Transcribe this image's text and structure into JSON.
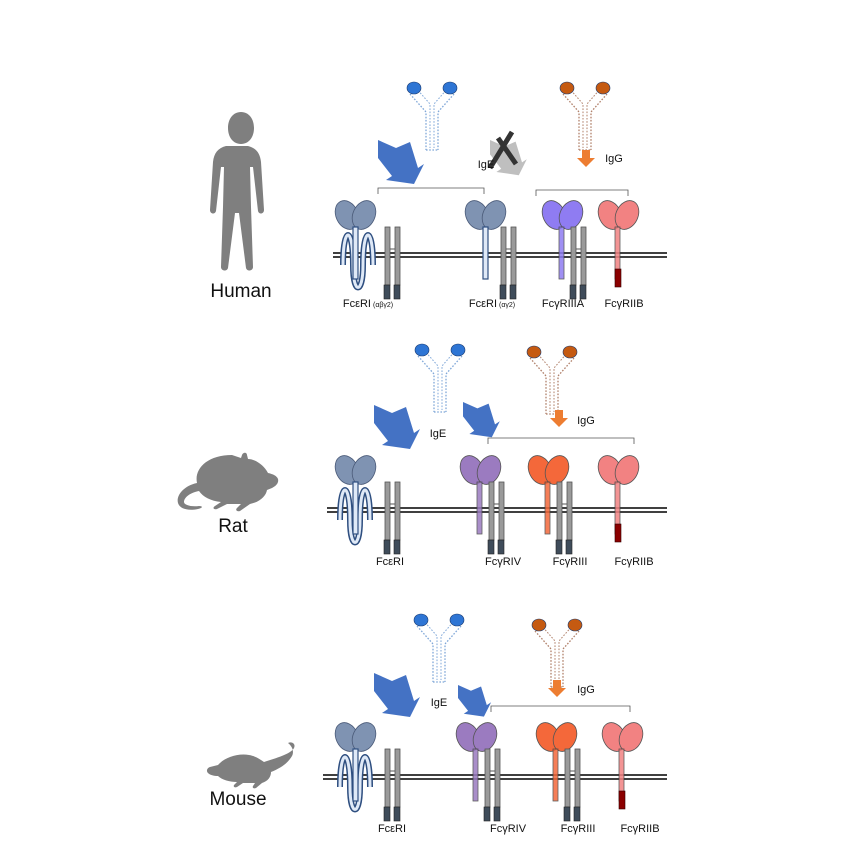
{
  "colors": {
    "silhouette": "#7f7f7f",
    "ige_arrow": "#4472c4",
    "igg_arrow": "#ed7d31",
    "blocked_arrow": "#bfbfbf",
    "cross": "#333333",
    "ige_antibody": "#2e75d4",
    "igg_antibody": "#c55a11",
    "fceri_alpha": "#7f93b2",
    "gray_chain": "#8a8a8a",
    "fcgr3a_human": "#8f7cf2",
    "fcgr4": "#9b7bc0",
    "fcgr3": "#f4683a",
    "fcgr2b": "#f28282",
    "itim_tail": "#8b0000"
  },
  "panels": [
    {
      "species": "Human",
      "icon": "human-silhouette-icon",
      "ige_label": "IgE",
      "igg_label": "IgG",
      "receptors": [
        {
          "label": "FcεRI",
          "sub": "(αβγ2)"
        },
        {
          "label": "FcεRI",
          "sub": "(αγ2)"
        },
        {
          "label": "FcγRIIIA",
          "sub": ""
        },
        {
          "label": "FcγRIIB",
          "sub": ""
        }
      ]
    },
    {
      "species": "Rat",
      "icon": "rat-silhouette-icon",
      "ige_label": "IgE",
      "igg_label": "IgG",
      "receptors": [
        {
          "label": "FcεRI",
          "sub": ""
        },
        {
          "label": "FcγRIV",
          "sub": ""
        },
        {
          "label": "FcγRIII",
          "sub": ""
        },
        {
          "label": "FcγRIIB",
          "sub": ""
        }
      ]
    },
    {
      "species": "Mouse",
      "icon": "mouse-silhouette-icon",
      "ige_label": "IgE",
      "igg_label": "IgG",
      "receptors": [
        {
          "label": "FcεRI",
          "sub": ""
        },
        {
          "label": "FcγRIV",
          "sub": ""
        },
        {
          "label": "FcγRIII",
          "sub": ""
        },
        {
          "label": "FcγRIIB",
          "sub": ""
        }
      ]
    }
  ]
}
